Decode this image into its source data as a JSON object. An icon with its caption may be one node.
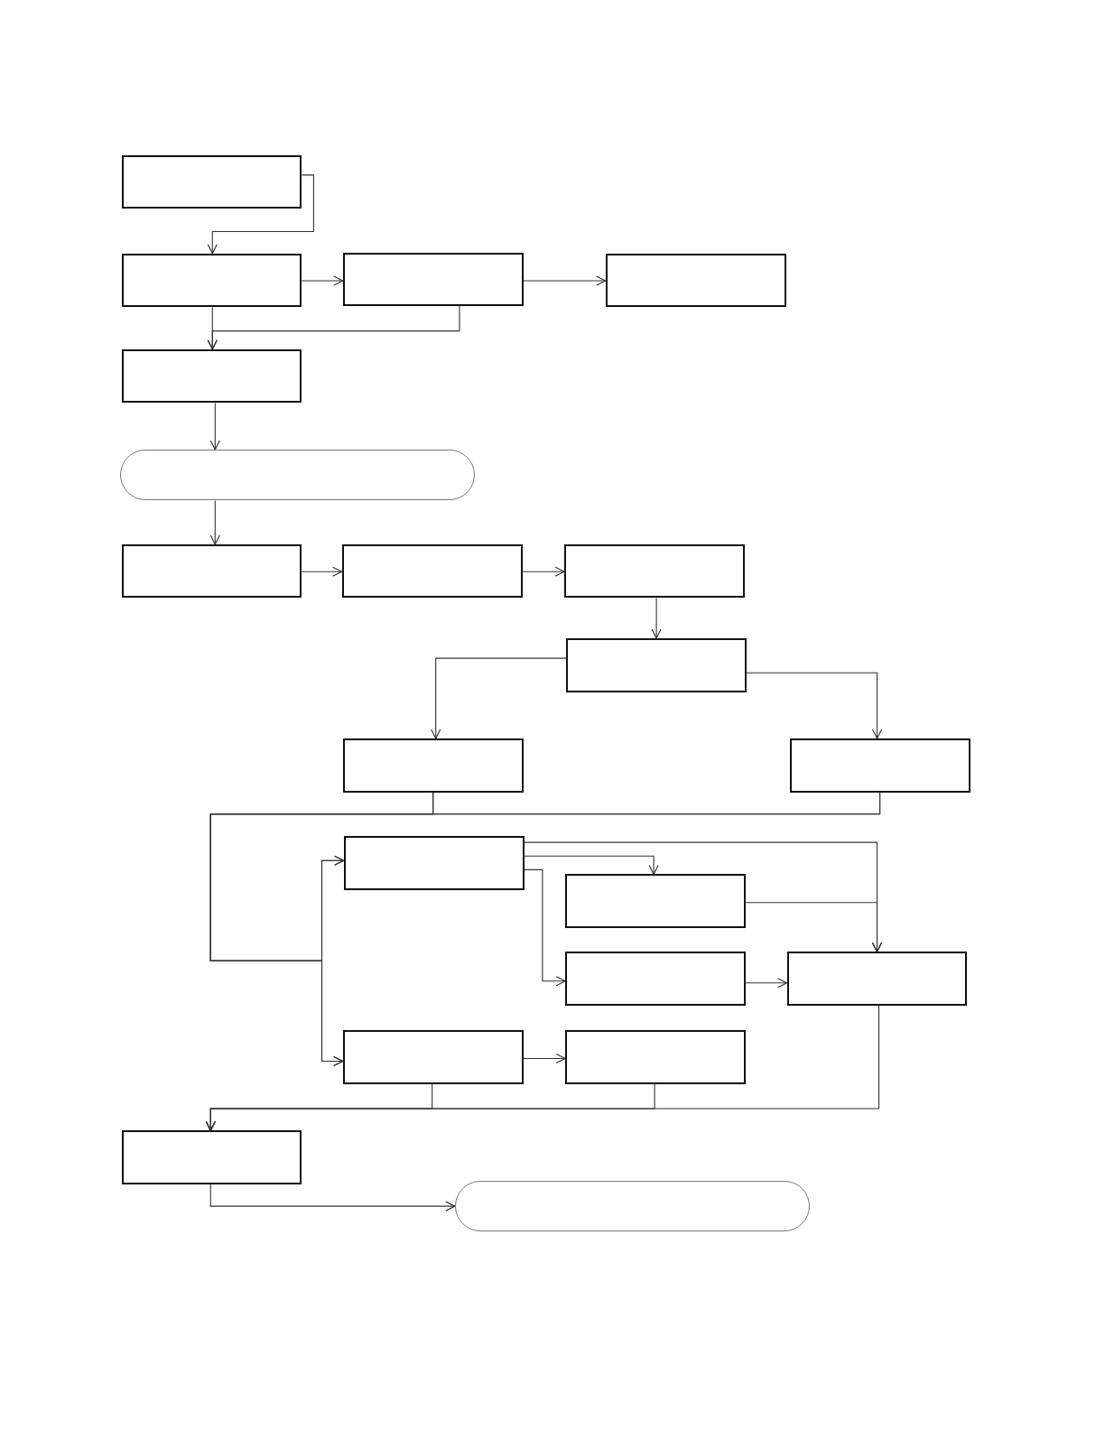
{
  "diagram": {
    "nodes": [
      {
        "text": [],
        "shape": "box"
      },
      {
        "text": [],
        "shape": "box"
      },
      {
        "text": [],
        "shape": "box"
      },
      {
        "text": [],
        "shape": "box"
      },
      {
        "text": [],
        "shape": "box"
      },
      {
        "text": [],
        "shape": "capsule"
      },
      {
        "text": [],
        "shape": "box"
      },
      {
        "text": [],
        "shape": "box"
      },
      {
        "text": [],
        "shape": "box"
      },
      {
        "text": [],
        "shape": "box"
      },
      {
        "text": [],
        "shape": "box"
      },
      {
        "text": [],
        "shape": "box"
      },
      {
        "text": [],
        "shape": "box"
      },
      {
        "text": [],
        "shape": "box"
      },
      {
        "text": [],
        "shape": "box"
      },
      {
        "text": [],
        "shape": "box"
      },
      {
        "text": [],
        "shape": "box"
      },
      {
        "text": [],
        "shape": "box"
      },
      {
        "text": [],
        "shape": "box"
      },
      {
        "text": [],
        "shape": "capsule"
      }
    ],
    "edges": [
      {
        "from": 0,
        "to": 1,
        "arrow": "to"
      },
      {
        "from": 1,
        "to": 2,
        "arrow": "to"
      },
      {
        "from": 2,
        "to": 3,
        "arrow": "to"
      },
      {
        "from": 1,
        "to": 4,
        "arrow": "to"
      },
      {
        "from": 2,
        "to": 4,
        "arrow": "to"
      },
      {
        "from": 4,
        "to": 5,
        "arrow": "to"
      },
      {
        "from": 5,
        "to": 6,
        "arrow": "to"
      },
      {
        "from": 6,
        "to": 7,
        "arrow": "to"
      },
      {
        "from": 7,
        "to": 8,
        "arrow": "to"
      },
      {
        "from": 8,
        "to": 9,
        "arrow": "to"
      },
      {
        "from": 9,
        "to": 10,
        "arrow": "to"
      },
      {
        "from": 9,
        "to": 11,
        "arrow": "to"
      },
      {
        "from": 10,
        "to": 12,
        "arrow": "to"
      },
      {
        "from": 10,
        "to": 16,
        "arrow": "to"
      },
      {
        "from": 11,
        "to": 12,
        "arrow": "to"
      },
      {
        "from": 11,
        "to": 16,
        "arrow": "to"
      },
      {
        "from": 12,
        "to": 13,
        "arrow": "to"
      },
      {
        "from": 12,
        "to": 15,
        "arrow": "to"
      },
      {
        "from": 12,
        "to": 14,
        "arrow": "to"
      },
      {
        "from": 13,
        "to": 15,
        "arrow": "to"
      },
      {
        "from": 14,
        "to": 15,
        "arrow": "to"
      },
      {
        "from": 16,
        "to": 17,
        "arrow": "to"
      },
      {
        "from": 16,
        "to": 18,
        "arrow": "to"
      },
      {
        "from": 17,
        "to": 18,
        "arrow": "to"
      },
      {
        "from": 15,
        "to": 18,
        "arrow": "to"
      },
      {
        "from": 18,
        "to": 19,
        "arrow": "to"
      }
    ]
  }
}
